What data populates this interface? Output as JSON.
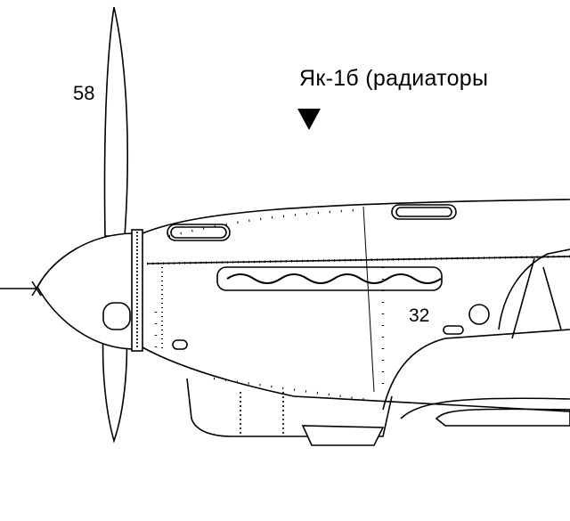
{
  "title": "Як-1б (радиаторы",
  "callouts": {
    "propeller": "58",
    "fuselage": "32"
  },
  "marker": "triangle-down-icon",
  "colors": {
    "line": "#000000",
    "background": "#ffffff"
  }
}
